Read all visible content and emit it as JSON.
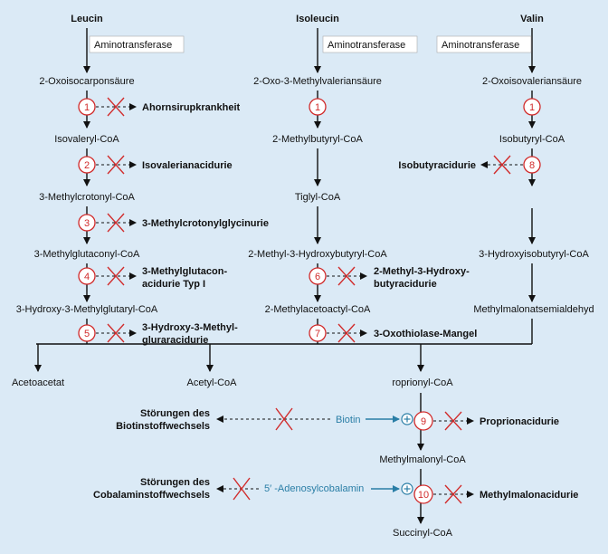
{
  "pathways": {
    "leucin": {
      "title": "Leucin",
      "enzyme_box": "Aminotransferase",
      "steps": [
        "2-Oxoisocarponsäure",
        "Isovaleryl-CoA",
        "3-Methylcrotonyl-CoA",
        "3-Methylglutaconyl-CoA",
        "3-Hydroxy-3-Methylglutaryl-CoA"
      ],
      "defects": [
        {
          "num": "1",
          "lines": [
            "Ahornsirupkrankheit"
          ]
        },
        {
          "num": "2",
          "lines": [
            "Isovalerianacidurie"
          ]
        },
        {
          "num": "3",
          "lines": [
            "3-Methylcrotonylglycinurie"
          ]
        },
        {
          "num": "4",
          "lines": [
            "3-Methylglutacon-",
            "acidurie Typ I"
          ]
        },
        {
          "num": "5",
          "lines": [
            "3-Hydroxy-3-Methyl-",
            "gluraracidurie"
          ]
        }
      ]
    },
    "isoleucin": {
      "title": "Isoleucin",
      "enzyme_box": "Aminotransferase",
      "steps": [
        "2-Oxo-3-Methylvaleriansäure",
        "2-Methylbutyryl-CoA",
        "Tiglyl-CoA",
        "2-Methyl-3-Hydroxybutyryl-CoA",
        "2-Methylacetoactyl-CoA"
      ],
      "defects": [
        {
          "num": "1",
          "lines": []
        },
        {
          "num": "6",
          "lines": [
            "2-Methyl-3-Hydroxy-",
            "butyracidurie"
          ]
        },
        {
          "num": "7",
          "lines": [
            "3-Oxothiolase-Mangel"
          ]
        }
      ]
    },
    "valin": {
      "title": "Valin",
      "enzyme_box": "Aminotransferase",
      "steps": [
        "2-Oxoisovaleriansäure",
        "Isobutyryl-CoA",
        "3-Hydroxyisobutyryl-CoA",
        "Methylmalonatsemialdehyd"
      ],
      "defects": [
        {
          "num": "1",
          "lines": []
        },
        {
          "num": "8",
          "lines": [
            "Isobutyracidurie"
          ]
        }
      ]
    }
  },
  "products": {
    "acetoacetat": "Acetoacetat",
    "acetyl_coa": "Acetyl-CoA",
    "propionyl_coa": "roprionyl-CoA",
    "methylmalonyl_coa": "Methylmalonyl-CoA",
    "succinyl_coa": "Succinyl-CoA"
  },
  "lower": {
    "defect9": {
      "num": "9",
      "label": "Proprionacidurie"
    },
    "defect10": {
      "num": "10",
      "label": "Methylmalonacidurie"
    },
    "biotin": "Biotin",
    "cobalamin": "5′ -Adenosylcobalamin",
    "biotin_disorder": [
      "Störungen des",
      "Biotinstoffwechsels"
    ],
    "cobalamin_disorder": [
      "Störungen des",
      "Cobalaminstoffwechsels"
    ]
  },
  "colors": {
    "background": "#dbeaf6",
    "defect_red": "#d12b2b",
    "cofactor_blue": "#2a7ea6"
  }
}
